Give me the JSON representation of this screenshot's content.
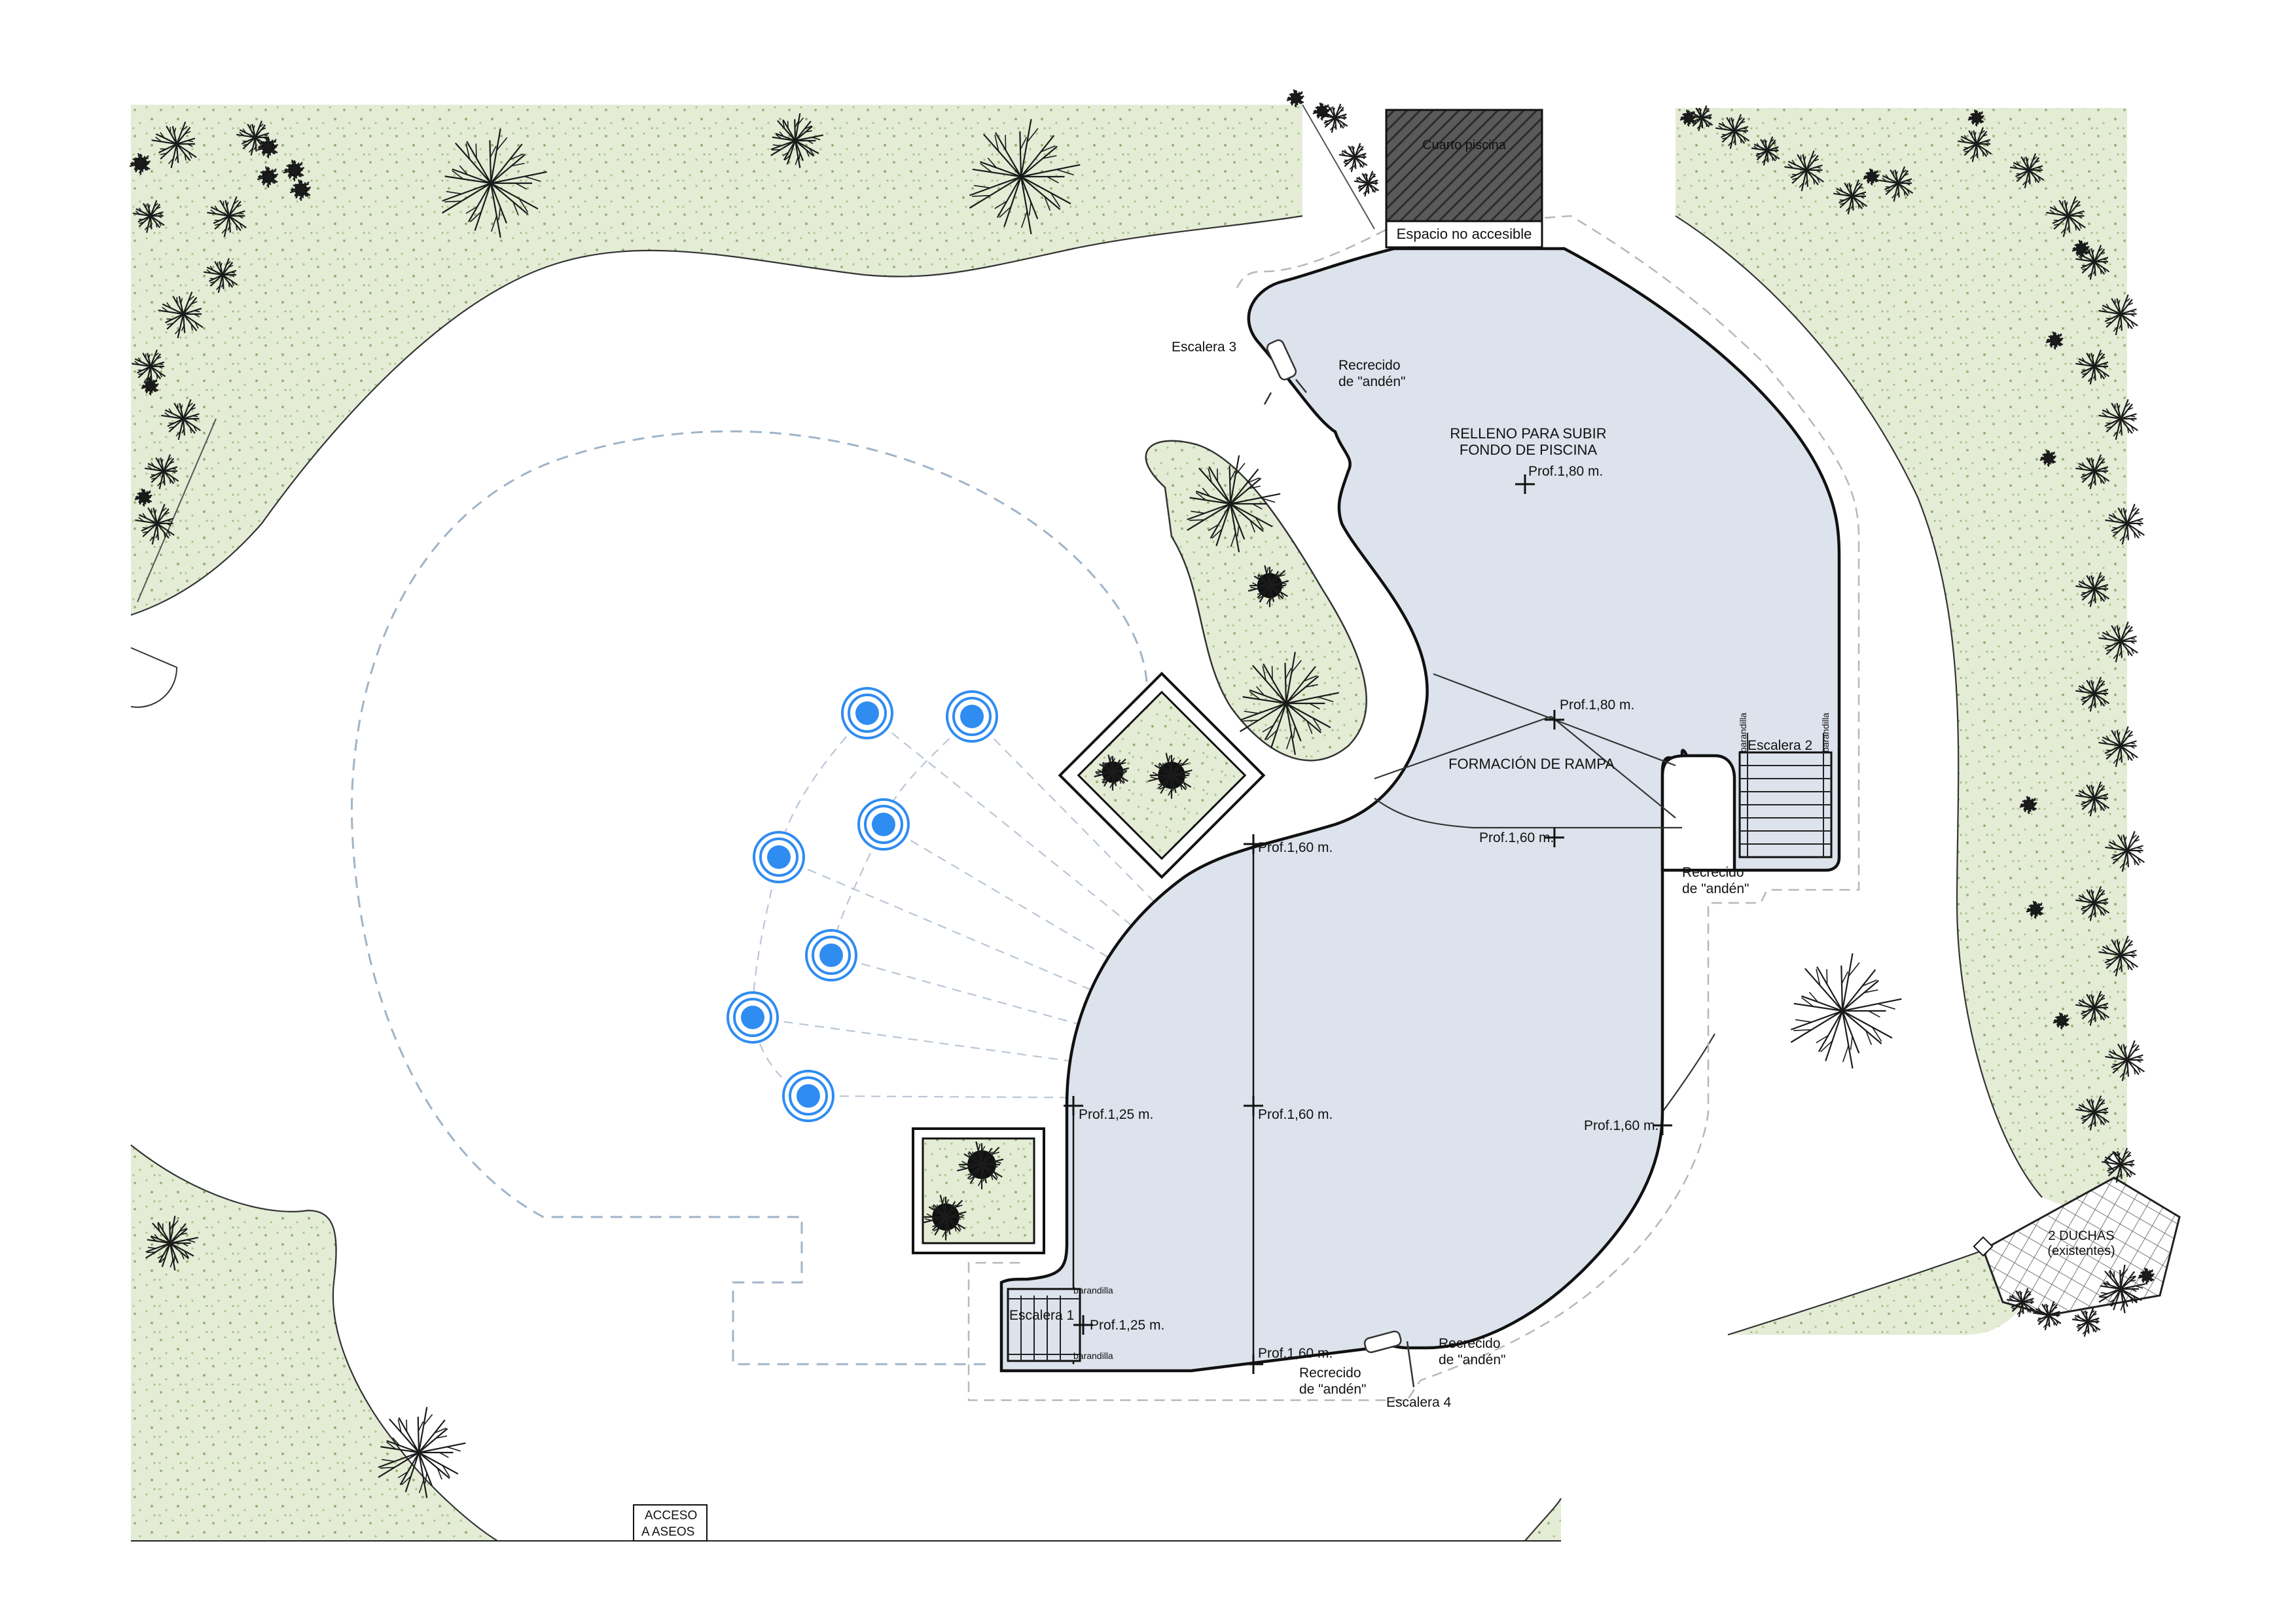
{
  "labels": {
    "pump_room": "Cuarto piscina",
    "no_access": "Espacio no accesible",
    "ladder_1": "Escalera 1",
    "ladder_2": "Escalera 2",
    "ladder_3": "Escalera 3",
    "ladder_4": "Escalera 4",
    "raised_platform": "Recrecido",
    "raised_platform_sub": "de \"andén\"",
    "fill_title_1": "RELLENO PARA SUBIR",
    "fill_title_2": "FONDO DE PISCINA",
    "ramp": "FORMACIÓN DE RAMPA",
    "depth_180": "Prof.1,80 m.",
    "depth_160": "Prof.1,60 m.",
    "depth_125": "Prof.1,25 m.",
    "railing": "barandilla",
    "showers_1": "2 DUCHAS",
    "showers_2": "(existentes)",
    "access_1": "ACCESO",
    "access_2": "A  ASEOS"
  },
  "colors": {
    "pool_fill": "#dde3ec",
    "garden_fill": "#e4ecd6",
    "fountain_blue": "#2f8cf0",
    "pump_room": "#4a4a4a"
  }
}
